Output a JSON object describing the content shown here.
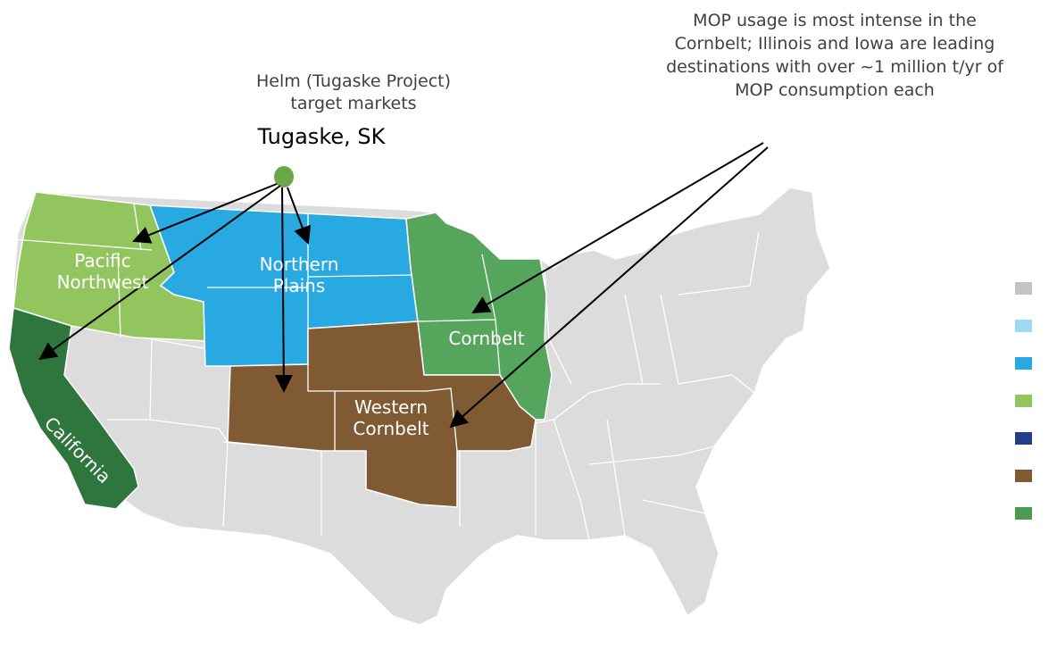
{
  "captions": {
    "helm_target": "Helm (Tugaske Project) target markets",
    "origin": "Tugaske, SK",
    "mop_note": "MOP usage is most intense in the Cornbelt; Illinois and Iowa are leading destinations with over ~1 million t/yr of MOP consumption each"
  },
  "regions": {
    "pacific_northwest": {
      "label": "Pacific Northwest",
      "color": "#92c55e"
    },
    "northern_plains": {
      "label": "Northern Plains",
      "color": "#29a9e1"
    },
    "cornbelt": {
      "label": "Cornbelt",
      "color": "#56a55c"
    },
    "western_cornbelt": {
      "label": "Western Cornbelt",
      "color": "#7f5a33"
    },
    "california": {
      "label": "California",
      "color": "#2f763e"
    },
    "other_states": {
      "color": "#dcdcdc"
    }
  },
  "origin_marker_color": "#6aa74a",
  "legend": {
    "swatches": [
      "#c3c3c3",
      "#9fd9f3",
      "#29a9e1",
      "#92c55e",
      "#233f8c",
      "#7f5a33",
      "#4a9c50"
    ]
  }
}
